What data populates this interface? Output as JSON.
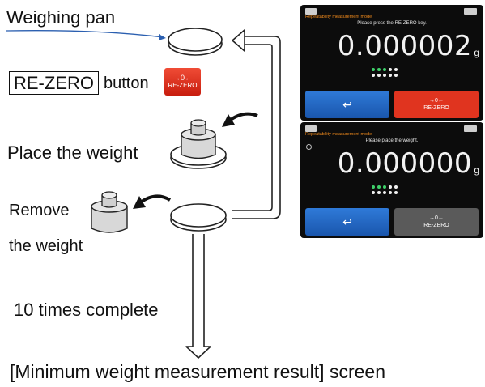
{
  "labels": {
    "weighing_pan": "Weighing pan",
    "rezero_boxed": "RE-ZERO",
    "button_word": "button",
    "place_weight": "Place the weight",
    "remove_line1": "Remove",
    "remove_line2": "the weight",
    "ten_times": "10 times complete",
    "result_screen": "[Minimum weight measurement result] screen"
  },
  "rezero_icon": {
    "symbol": "→0←",
    "text": "RE-ZERO"
  },
  "screen_1": {
    "header_orange": "Repeatability measurement mode",
    "message": "Please press the RE-ZERO key.",
    "value": "0.000002",
    "unit": "g",
    "left_button_symbol": "↩",
    "right_button_symbol": "→0←",
    "right_button_text": "RE-ZERO",
    "right_button_color": "#e0341f",
    "dot_colors": [
      "#3fd16a",
      "#3fd16a",
      "#3fd16a",
      "#f0f0f0",
      "#f0f0f0",
      "#f0f0f0",
      "#f0f0f0",
      "#f0f0f0",
      "#f0f0f0",
      "#f0f0f0"
    ]
  },
  "screen_2": {
    "header_orange": "Repeatability measurement mode",
    "message": "Please place the weight.",
    "value": "0.000000",
    "unit": "g",
    "left_button_symbol": "↩",
    "right_button_symbol": "→0←",
    "right_button_text": "RE-ZERO",
    "right_button_color": "#5a5a5a",
    "dot_colors": [
      "#3fd16a",
      "#3fd16a",
      "#3fd16a",
      "#f0f0f0",
      "#f0f0f0",
      "#f0f0f0",
      "#f0f0f0",
      "#f0f0f0",
      "#f0f0f0",
      "#f0f0f0"
    ]
  },
  "colors": {
    "pointer_line": "#2b5fb0",
    "arrow_stroke": "#222222",
    "weight_fill": "#d8d8d8"
  }
}
